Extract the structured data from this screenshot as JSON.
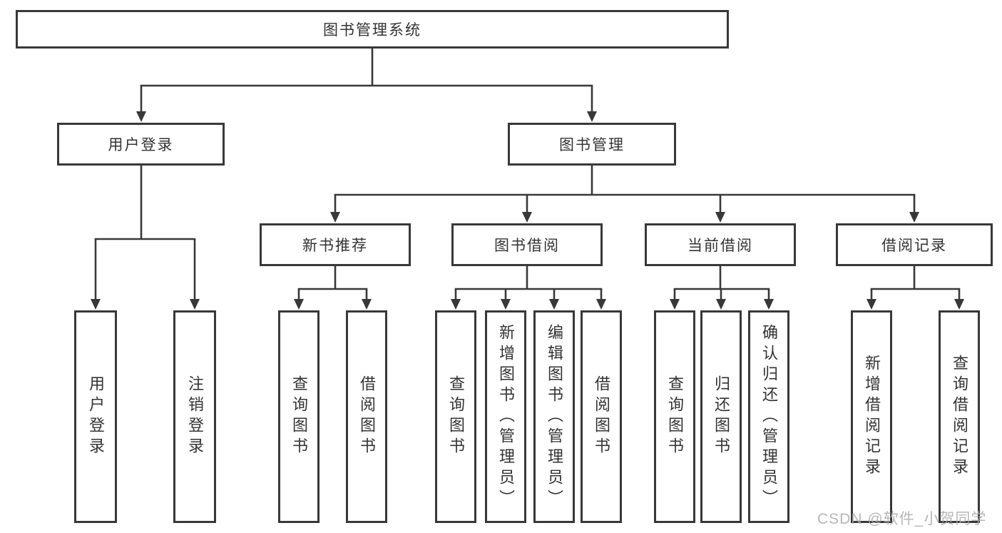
{
  "tree": {
    "root": {
      "label": "图书管理系统",
      "children": [
        {
          "label": "用户登录",
          "children": [
            {
              "label": "用户登录"
            },
            {
              "label": "注销登录"
            }
          ]
        },
        {
          "label": "图书管理",
          "children": [
            {
              "label": "新书推荐",
              "children": [
                {
                  "label": "查询图书"
                },
                {
                  "label": "借阅图书"
                }
              ]
            },
            {
              "label": "图书借阅",
              "children": [
                {
                  "label": "查询图书"
                },
                {
                  "label": "新增图书（管理员）"
                },
                {
                  "label": "编辑图书（管理员）"
                },
                {
                  "label": "借阅图书"
                }
              ]
            },
            {
              "label": "当前借阅",
              "children": [
                {
                  "label": "查询图书"
                },
                {
                  "label": "归还图书"
                },
                {
                  "label": "确认归还（管理员）"
                }
              ]
            },
            {
              "label": "借阅记录",
              "children": [
                {
                  "label": "新增借阅记录"
                },
                {
                  "label": "查询借阅记录"
                }
              ]
            }
          ]
        }
      ]
    }
  },
  "watermark": "CSDN @软件_小贺同学",
  "colors": {
    "line": "#383838",
    "text": "#333333",
    "background": "#ffffff",
    "watermark": "#ababab"
  }
}
